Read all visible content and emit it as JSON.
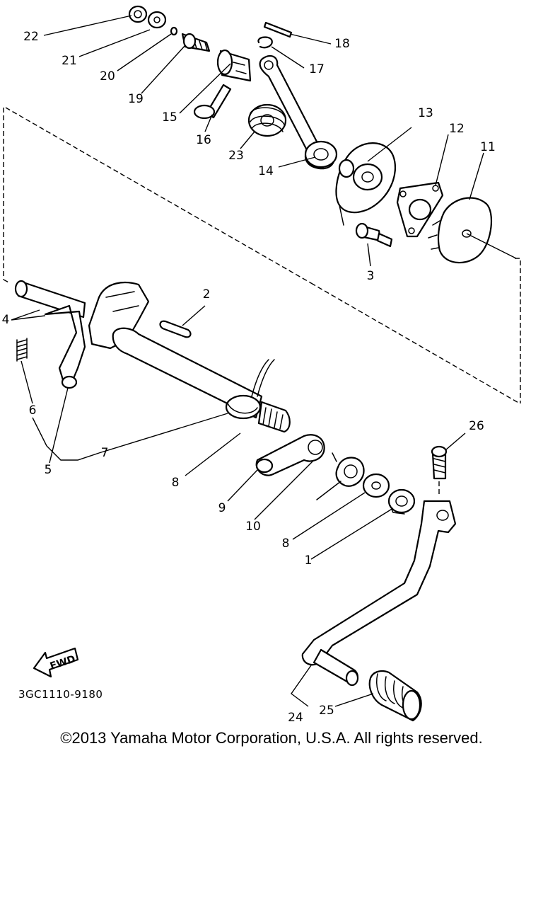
{
  "diagram": {
    "callouts": [
      "22",
      "21",
      "20",
      "19",
      "15",
      "16",
      "23",
      "14",
      "18",
      "17",
      "13",
      "12",
      "11",
      "3",
      "2",
      "4",
      "6",
      "7",
      "5",
      "8",
      "9",
      "10",
      "8",
      "1",
      "26",
      "24",
      "25"
    ],
    "fwd_label": "FWD",
    "diagram_code": "3GC1110-9180"
  },
  "footer": {
    "copyright": "©2013 Yamaha Motor Corporation, U.S.A. All rights reserved."
  }
}
